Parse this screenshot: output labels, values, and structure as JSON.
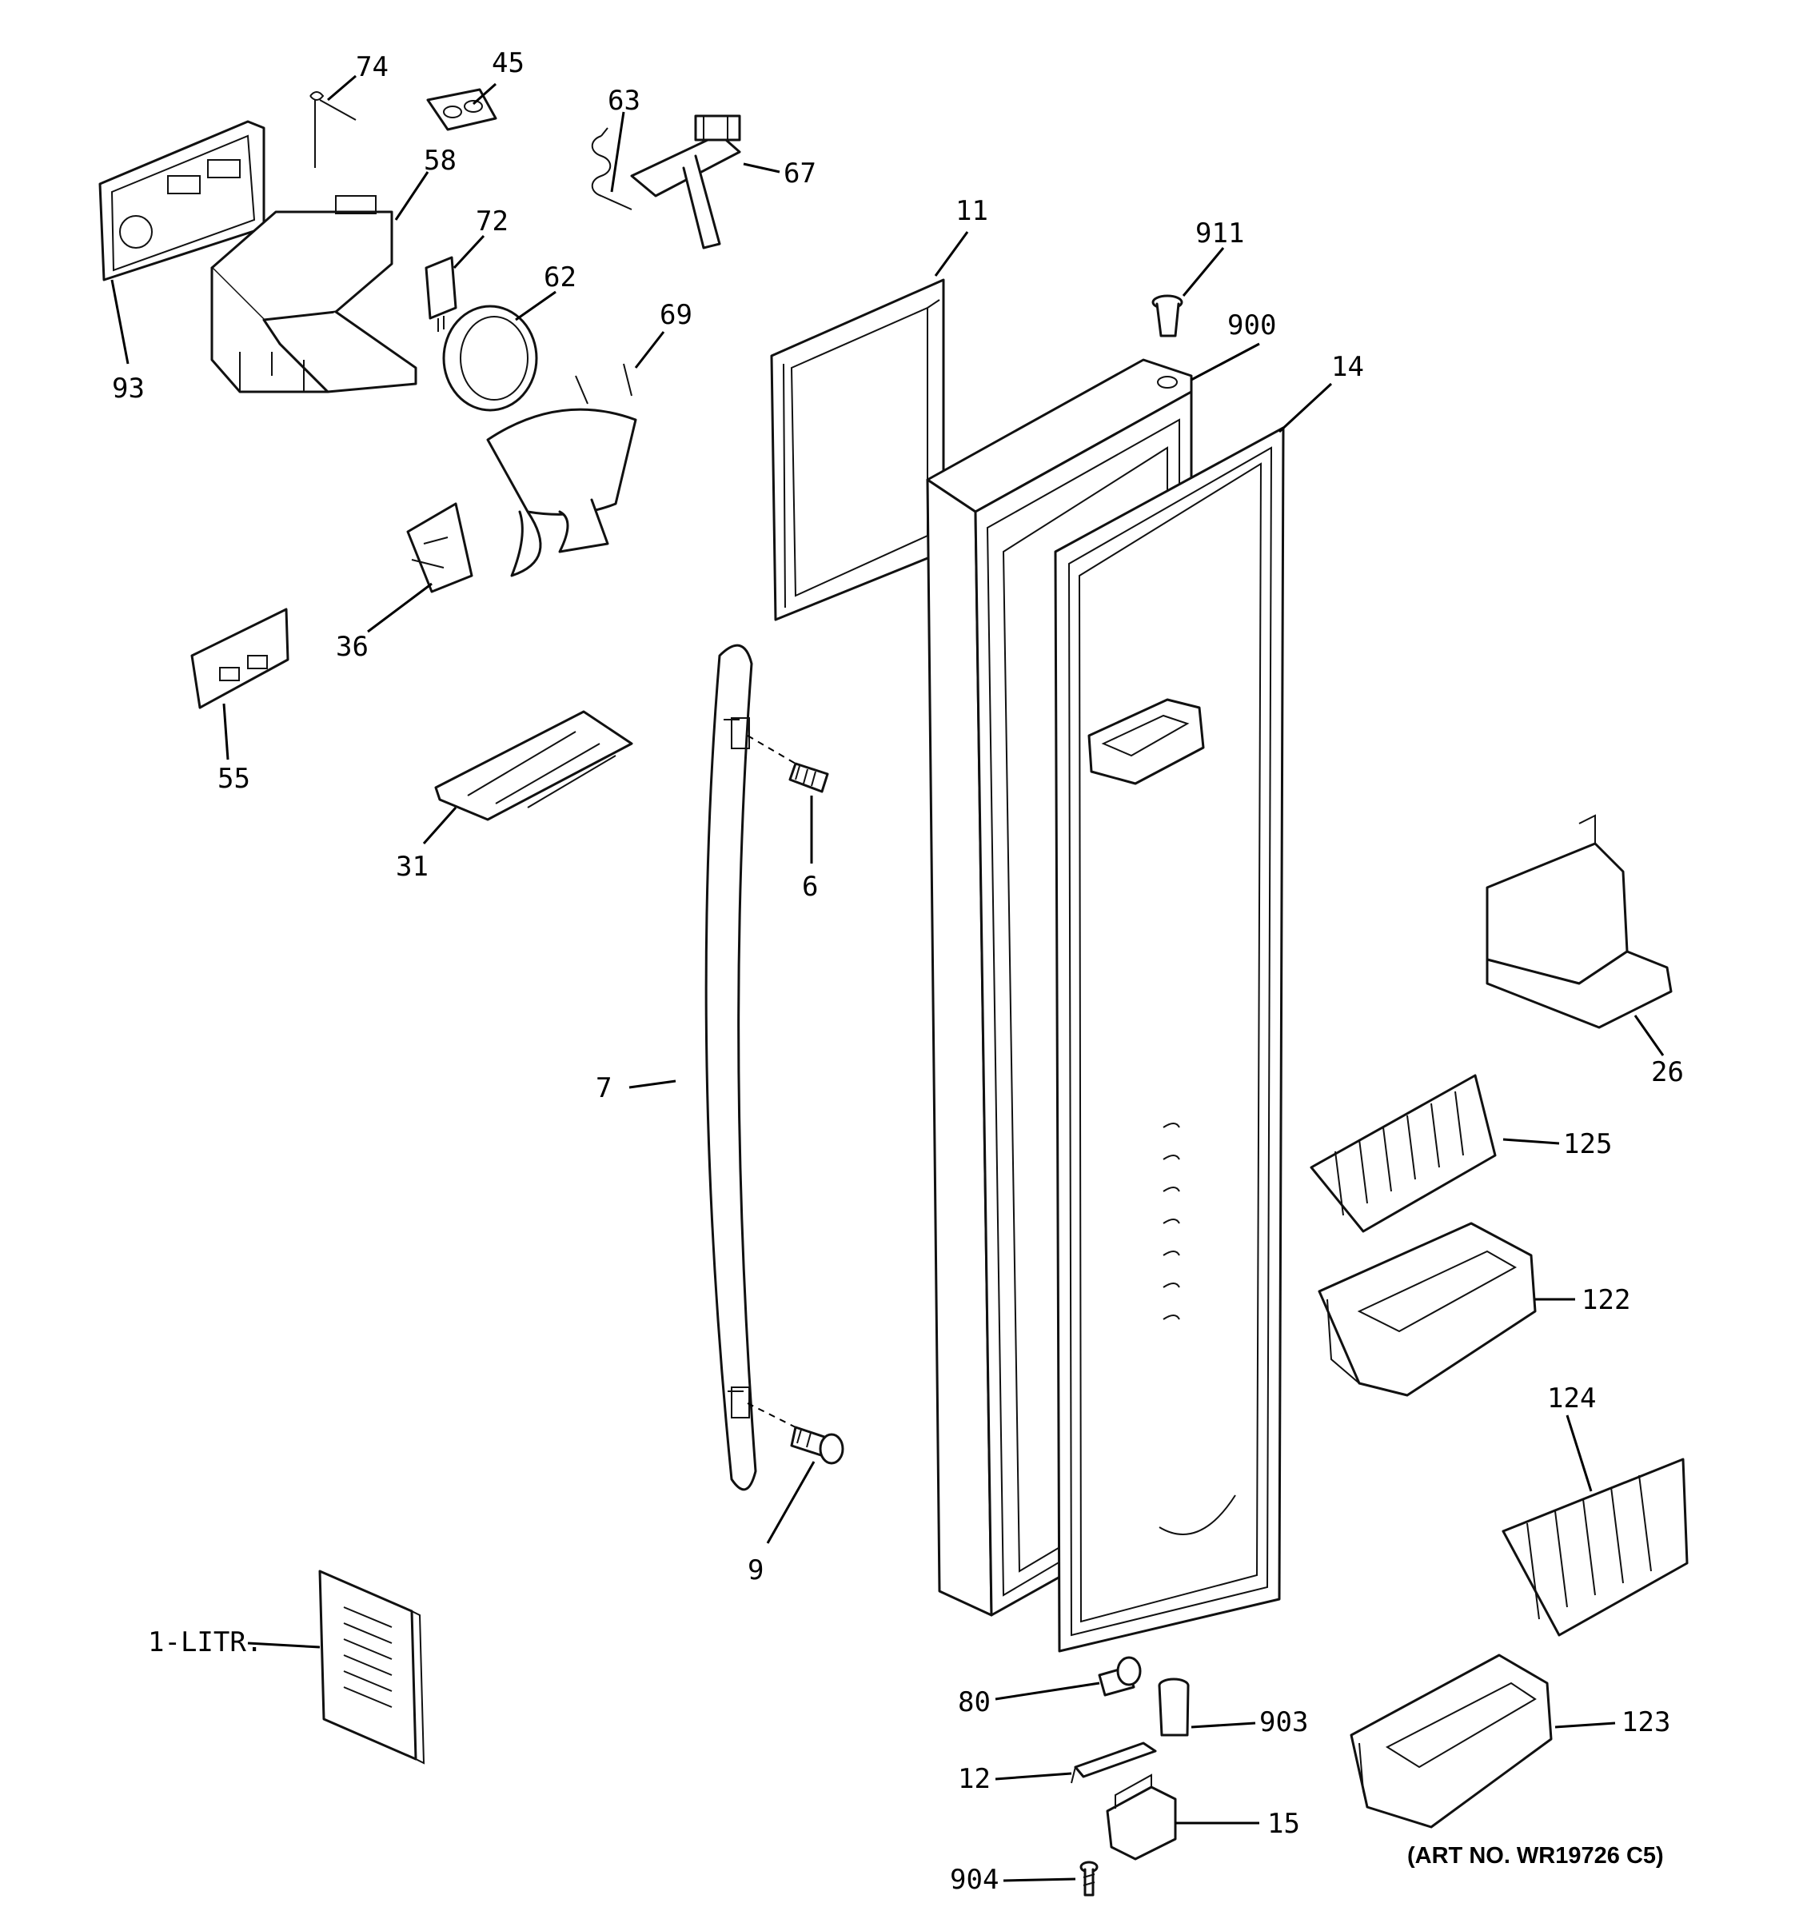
{
  "art_number": "(ART NO. WR19726 C5)",
  "callouts": {
    "p74": "74",
    "p45": "45",
    "p63": "63",
    "p67": "67",
    "p58": "58",
    "p72": "72",
    "p93": "93",
    "p62": "62",
    "p69": "69",
    "p11": "11",
    "p911": "911",
    "p900": "900",
    "p14": "14",
    "p36": "36",
    "p55": "55",
    "p31": "31",
    "p6": "6",
    "p7": "7",
    "p9": "9",
    "p26": "26",
    "p125": "125",
    "p122": "122",
    "p124": "124",
    "p1litr": "1-LITR.",
    "p80": "80",
    "p903": "903",
    "p123": "123",
    "p12": "12",
    "p15": "15",
    "p904": "904"
  },
  "colors": {
    "line": "#111111",
    "background": "#ffffff",
    "label": "#000000"
  }
}
